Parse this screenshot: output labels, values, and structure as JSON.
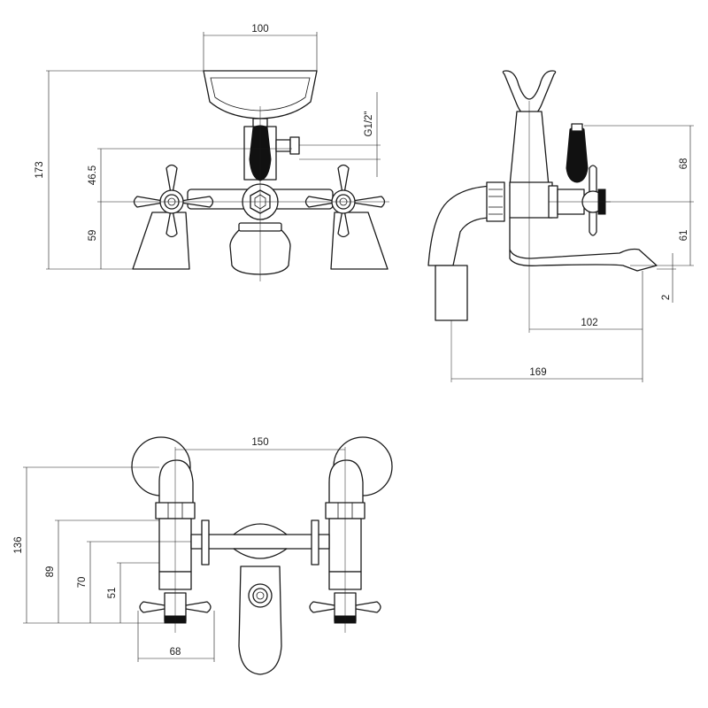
{
  "colors": {
    "line": "#1a1a1a",
    "handle_dark": "#111111",
    "background": "#ffffff"
  },
  "front_view": {
    "width": "100",
    "thread": "G1/2\"",
    "overall_height": "173",
    "handle_axis_height": "46.5",
    "base_to_axis": "59"
  },
  "side_view": {
    "upper_height": "68",
    "lower_height": "61",
    "spout_drop": "2",
    "spout_reach": "102",
    "overall_depth": "169"
  },
  "top_view": {
    "centres": "150",
    "depth_total": "136",
    "depth_a": "89",
    "depth_b": "70",
    "depth_c": "51",
    "handle_span": "68"
  }
}
